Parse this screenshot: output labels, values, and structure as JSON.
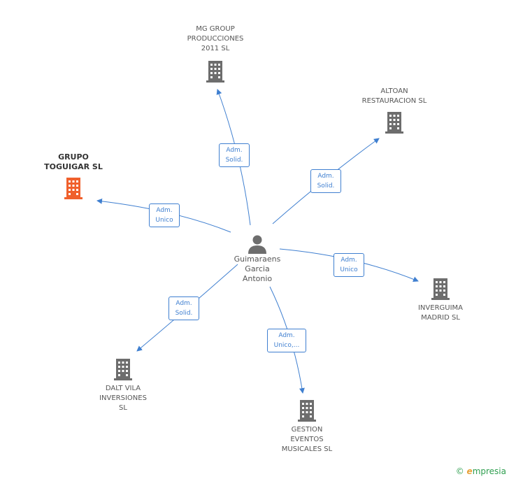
{
  "center": {
    "name": "Guimaraens\nGarcia\nAntonio",
    "icon": "person-icon"
  },
  "companies": [
    {
      "id": "mg",
      "name": "MG GROUP\nPRODUCCIONES\n2011 SL",
      "icon": "building-icon",
      "highlight": false
    },
    {
      "id": "altoan",
      "name": "ALTOAN\nRESTAURACION SL",
      "icon": "building-icon",
      "highlight": false
    },
    {
      "id": "grupo",
      "name": "GRUPO\nTOGUIGAR SL",
      "icon": "building-icon",
      "highlight": true
    },
    {
      "id": "inverguima",
      "name": "INVERGUIMA\nMADRID  SL",
      "icon": "building-icon",
      "highlight": false
    },
    {
      "id": "dalt",
      "name": "DALT VILA\nINVERSIONES\nSL",
      "icon": "building-icon",
      "highlight": false
    },
    {
      "id": "gestion",
      "name": "GESTION\nEVENTOS\nMUSICALES SL",
      "icon": "building-icon",
      "highlight": false
    }
  ],
  "relations": [
    {
      "to": "mg",
      "label": "Adm.\nSolid."
    },
    {
      "to": "altoan",
      "label": "Adm.\nSolid."
    },
    {
      "to": "grupo",
      "label": "Adm.\nUnico"
    },
    {
      "to": "inverguima",
      "label": "Adm.\nUnico"
    },
    {
      "to": "dalt",
      "label": "Adm.\nSolid."
    },
    {
      "to": "gestion",
      "label": "Adm.\nUnico,..."
    }
  ],
  "colors": {
    "edge": "#3f7fd0",
    "building": "#6d6d6d",
    "highlight": "#f0602c",
    "person": "#6d6d6d"
  },
  "brand": {
    "copyright": "©",
    "e": "e",
    "rest": "mpresia"
  }
}
